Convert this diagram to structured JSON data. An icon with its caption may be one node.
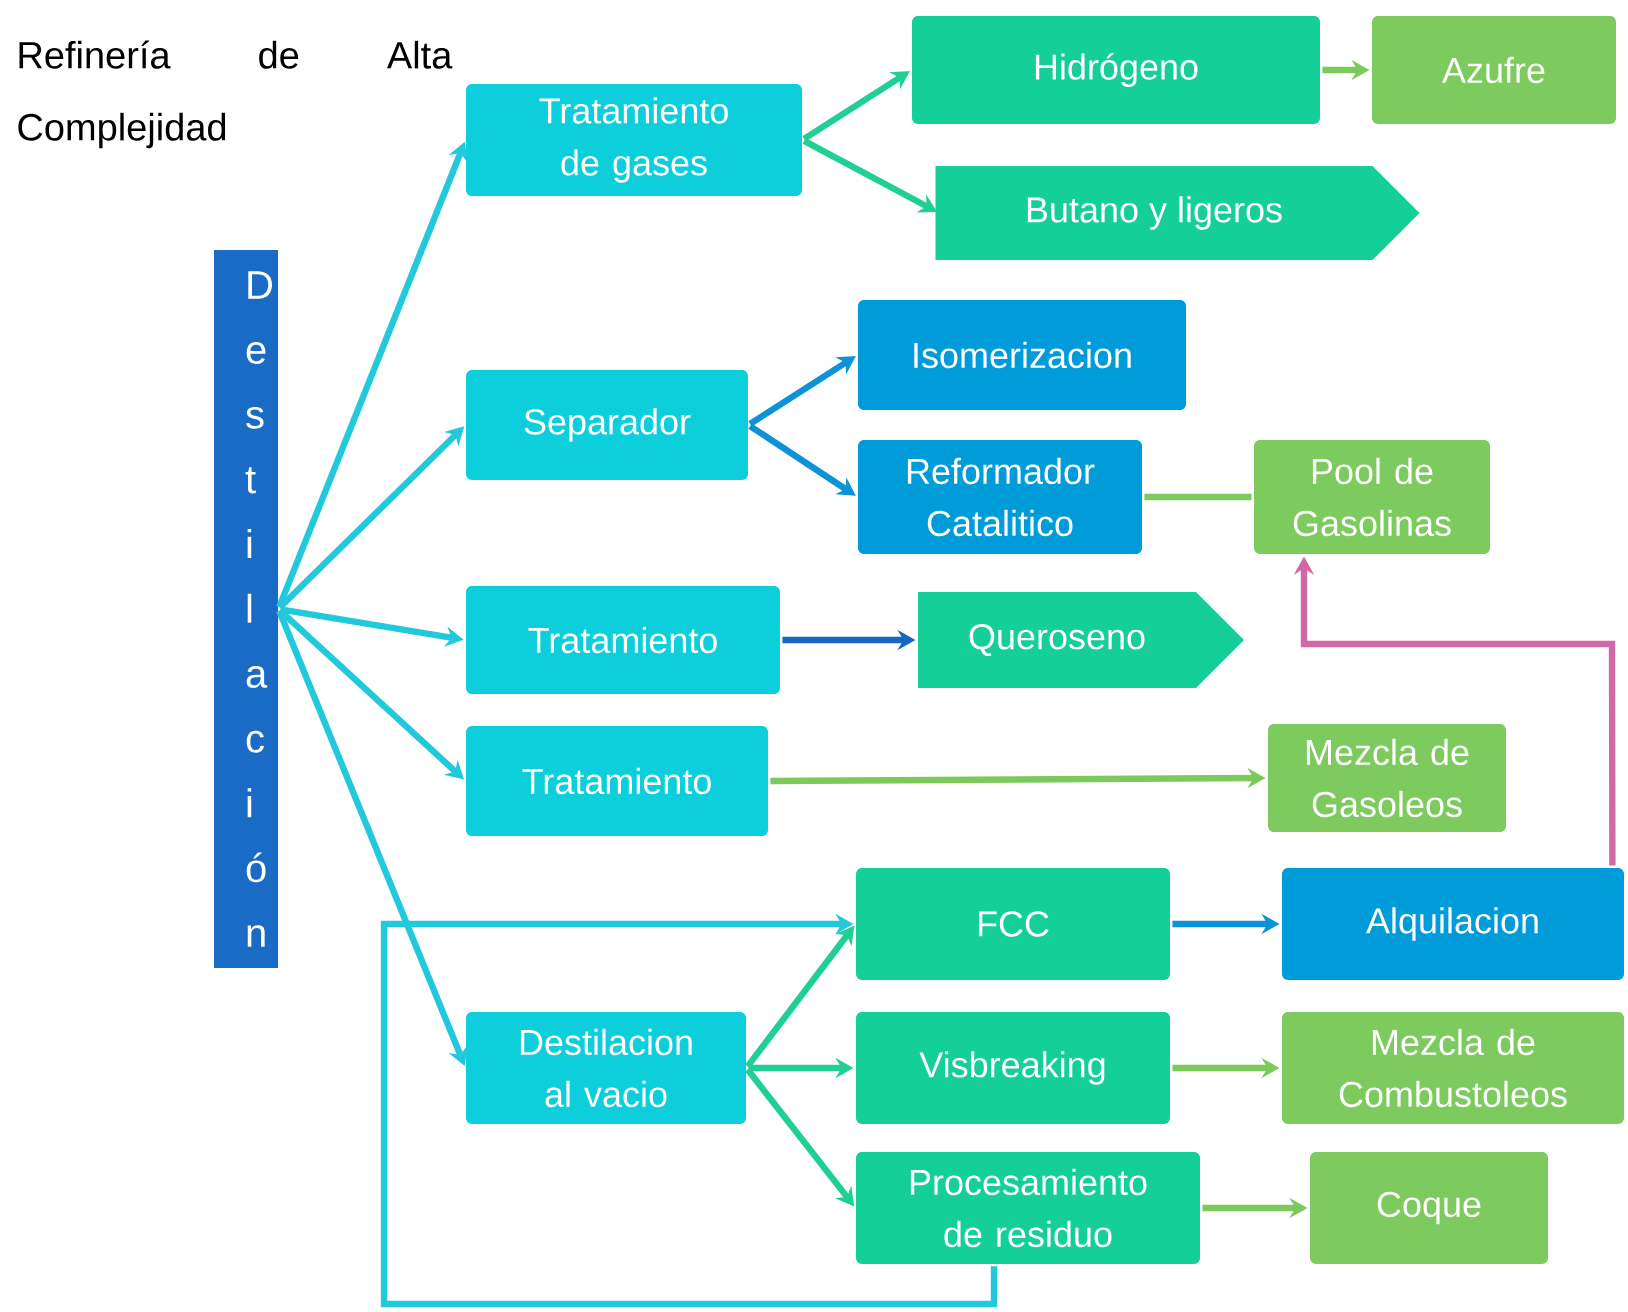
{
  "diagram": {
    "nodes": [
      {
        "text": [
          "Destilación"
        ]
      },
      {
        "text": [
          "Tratamiento de gases"
        ]
      },
      {
        "text": [
          "Hidrógeno"
        ]
      },
      {
        "text": [
          "Azufre"
        ]
      },
      {
        "text": [
          "Butano y ligeros"
        ]
      },
      {
        "text": [
          "Separador"
        ]
      },
      {
        "text": [
          "Isomerizacion"
        ]
      },
      {
        "text": [
          "Reformador Catalitico"
        ]
      },
      {
        "text": [
          "Pool de Gasolinas"
        ]
      },
      {
        "text": [
          "Tratamiento"
        ]
      },
      {
        "text": [
          "Queroseno"
        ]
      },
      {
        "text": [
          "Tratamiento"
        ]
      },
      {
        "text": [
          "Mezcla de Gasoleos"
        ]
      },
      {
        "text": [
          "FCC"
        ]
      },
      {
        "text": [
          "Alquilacion"
        ]
      },
      {
        "text": [
          "Destilacion al vacio"
        ]
      },
      {
        "text": [
          "Visbreaking"
        ]
      },
      {
        "text": [
          "Mezcla de Combustoleos"
        ]
      },
      {
        "text": [
          "Procesamiento de residuo"
        ]
      },
      {
        "text": [
          "Coque"
        ]
      }
    ],
    "edges": [
      {
        "from": 0,
        "to": 1,
        "arrow": "to",
        "color": "#22c8dc"
      },
      {
        "from": 0,
        "to": 5,
        "arrow": "to",
        "color": "#22c8dc"
      },
      {
        "from": 0,
        "to": 9,
        "arrow": "to",
        "color": "#22c8dc"
      },
      {
        "from": 0,
        "to": 11,
        "arrow": "to",
        "color": "#22c8dc"
      },
      {
        "from": 0,
        "to": 15,
        "arrow": "to",
        "color": "#22c8dc"
      },
      {
        "from": 1,
        "to": 2,
        "arrow": "to",
        "color": "#1fcf93"
      },
      {
        "from": 1,
        "to": 4,
        "arrow": "to",
        "color": "#1fcf93"
      },
      {
        "from": 2,
        "to": 3,
        "arrow": "to",
        "color": "#7cc95c"
      },
      {
        "from": 5,
        "to": 6,
        "arrow": "to",
        "color": "#0c92d6"
      },
      {
        "from": 5,
        "to": 7,
        "arrow": "to",
        "color": "#0c92d6"
      },
      {
        "from": 7,
        "to": 8,
        "arrow": "none",
        "color": "#7cc95c"
      },
      {
        "from": 9,
        "to": 10,
        "arrow": "to",
        "color": "#1866c4"
      },
      {
        "from": 11,
        "to": 12,
        "arrow": "to",
        "color": "#7cc95c"
      },
      {
        "from": 13,
        "to": 14,
        "arrow": "to",
        "color": "#0c92d6"
      },
      {
        "from": 14,
        "to": 8,
        "arrow": "to",
        "color": "#d06aa6"
      },
      {
        "from": 15,
        "to": 13,
        "arrow": "to",
        "color": "#1fcf93"
      },
      {
        "from": 15,
        "to": 16,
        "arrow": "to",
        "color": "#1fcf93"
      },
      {
        "from": 15,
        "to": 18,
        "arrow": "to",
        "color": "#1fcf93"
      },
      {
        "from": 16,
        "to": 17,
        "arrow": "to",
        "color": "#7cc95c"
      },
      {
        "from": 18,
        "to": 19,
        "arrow": "to",
        "color": "#7cc95c"
      },
      {
        "from": 18,
        "to": 13,
        "arrow": "to",
        "color": "#22c8dc"
      }
    ],
    "labels": [
      "Refinería de Alta Complejidad"
    ]
  }
}
